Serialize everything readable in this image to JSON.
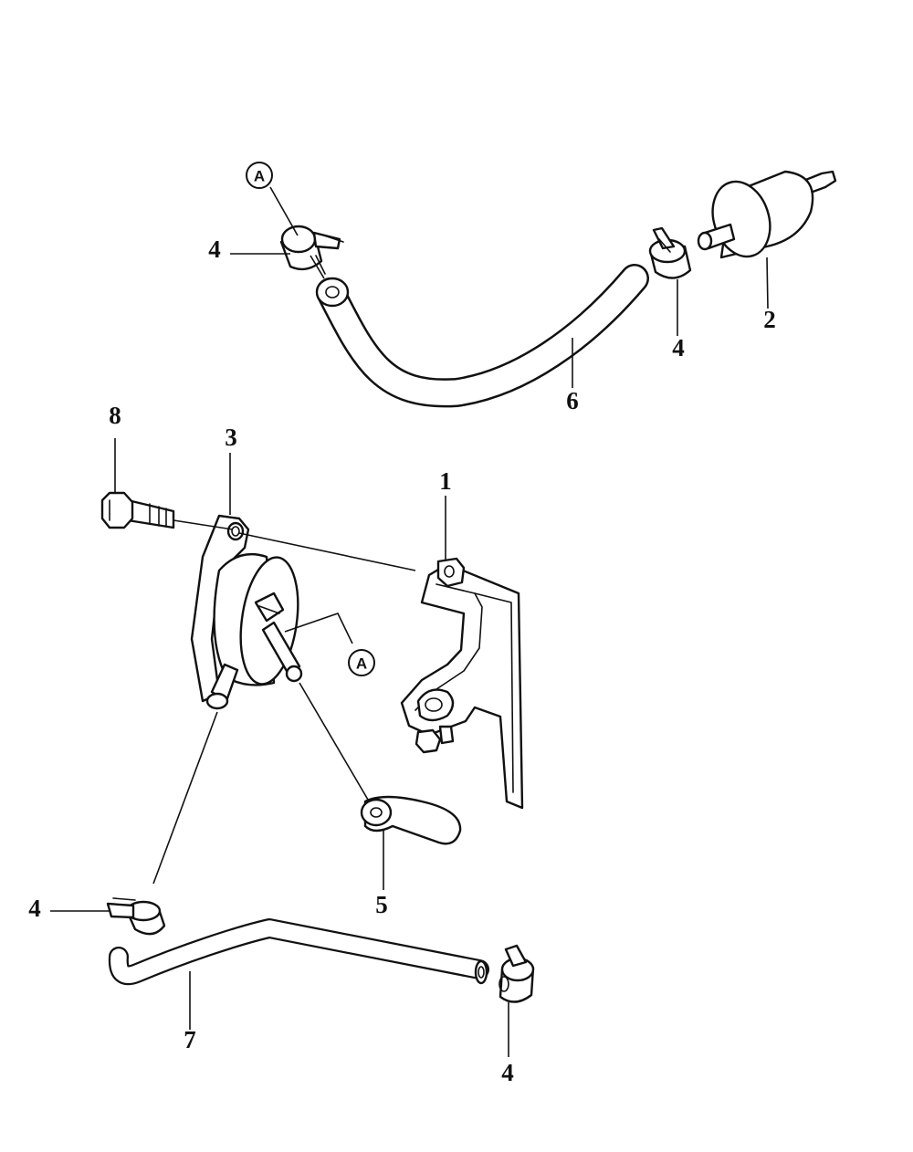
{
  "diagram": {
    "callouts": [
      {
        "id": "c1",
        "label": "1"
      },
      {
        "id": "c2",
        "label": "2"
      },
      {
        "id": "c3",
        "label": "3"
      },
      {
        "id": "c4a",
        "label": "4"
      },
      {
        "id": "c4b",
        "label": "4"
      },
      {
        "id": "c4c",
        "label": "4"
      },
      {
        "id": "c4d",
        "label": "4"
      },
      {
        "id": "c5",
        "label": "5"
      },
      {
        "id": "c6",
        "label": "6"
      },
      {
        "id": "c7",
        "label": "7"
      },
      {
        "id": "c8",
        "label": "8"
      }
    ],
    "references": [
      {
        "id": "ra_top",
        "label": "A"
      },
      {
        "id": "ra_mid",
        "label": "A"
      }
    ]
  }
}
